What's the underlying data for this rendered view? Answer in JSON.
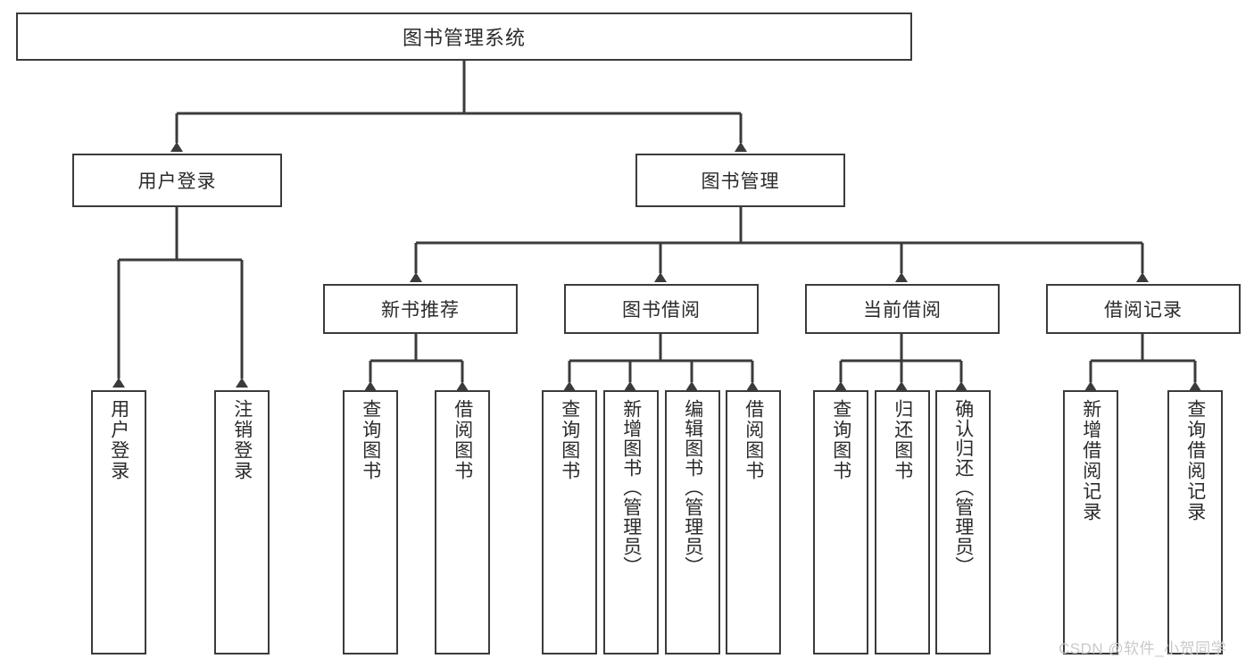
{
  "diagram": {
    "title": "图书管理系统",
    "watermark": "CSDN @软件_小贺同学",
    "line_color": "#3b3b3b",
    "box_fill": "#ffffff",
    "text_color": "#2b2b2b",
    "root": {
      "label": "图书管理系统"
    },
    "branches": [
      {
        "label": "用户登录",
        "children": [
          {
            "label": "用户登录"
          },
          {
            "label": "注销登录"
          }
        ]
      },
      {
        "label": "图书管理",
        "groups": [
          {
            "label": "新书推荐",
            "children": [
              {
                "label": "查询图书"
              },
              {
                "label": "借阅图书"
              }
            ]
          },
          {
            "label": "图书借阅",
            "children": [
              {
                "label": "查询图书"
              },
              {
                "label": "新增图书（管理员）"
              },
              {
                "label": "编辑图书（管理员）"
              },
              {
                "label": "借阅图书"
              }
            ]
          },
          {
            "label": "当前借阅",
            "children": [
              {
                "label": "查询图书"
              },
              {
                "label": "归还图书"
              },
              {
                "label": "确认归还（管理员）"
              }
            ]
          },
          {
            "label": "借阅记录",
            "children": [
              {
                "label": "新增借阅记录"
              },
              {
                "label": "查询借阅记录"
              }
            ]
          }
        ]
      }
    ]
  }
}
